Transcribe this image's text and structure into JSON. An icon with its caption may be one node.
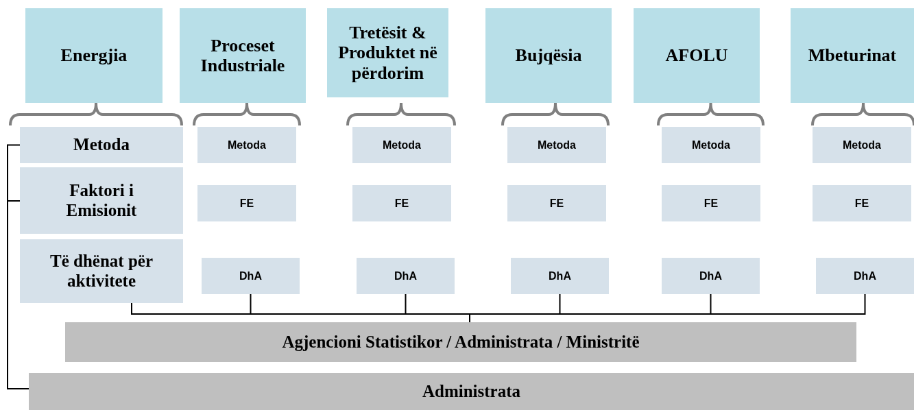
{
  "diagram": {
    "nodes": [
      {
        "text": [
          "Energjia"
        ]
      },
      {
        "text": [
          "Proceset Industriale"
        ]
      },
      {
        "text": [
          "Tretësit & Produktet në përdorim"
        ]
      },
      {
        "text": [
          "Bujqësia"
        ]
      },
      {
        "text": [
          "AFOLU"
        ]
      },
      {
        "text": [
          "Mbeturinat"
        ]
      },
      {
        "text": [
          "Metoda"
        ]
      },
      {
        "text": [
          "Faktori i Emisionit"
        ]
      },
      {
        "text": [
          "Të dhënat për aktivitete"
        ]
      },
      {
        "text": [
          "Metoda"
        ]
      },
      {
        "text": [
          "FE"
        ]
      },
      {
        "text": [
          "DhA"
        ]
      },
      {
        "text": [
          "Metoda"
        ]
      },
      {
        "text": [
          "FE"
        ]
      },
      {
        "text": [
          "DhA"
        ]
      },
      {
        "text": [
          "Metoda"
        ]
      },
      {
        "text": [
          "FE"
        ]
      },
      {
        "text": [
          "DhA"
        ]
      },
      {
        "text": [
          "Metoda"
        ]
      },
      {
        "text": [
          "FE"
        ]
      },
      {
        "text": [
          "DhA"
        ]
      },
      {
        "text": [
          "Metoda"
        ]
      },
      {
        "text": [
          "FE"
        ]
      },
      {
        "text": [
          "DhA"
        ]
      },
      {
        "text": [
          "Agjencioni Statistikor / Administrata / Ministritë"
        ]
      },
      {
        "text": [
          "Administrata"
        ]
      }
    ],
    "edges": [
      {
        "from": 8,
        "to": 24,
        "arrow": "none"
      },
      {
        "from": 11,
        "to": 24,
        "arrow": "none"
      },
      {
        "from": 14,
        "to": 24,
        "arrow": "none"
      },
      {
        "from": 17,
        "to": 24,
        "arrow": "none"
      },
      {
        "from": 20,
        "to": 24,
        "arrow": "none"
      },
      {
        "from": 23,
        "to": 24,
        "arrow": "none"
      },
      {
        "from": 6,
        "to": 25,
        "arrow": "none"
      },
      {
        "from": 7,
        "to": 25,
        "arrow": "none"
      }
    ]
  }
}
